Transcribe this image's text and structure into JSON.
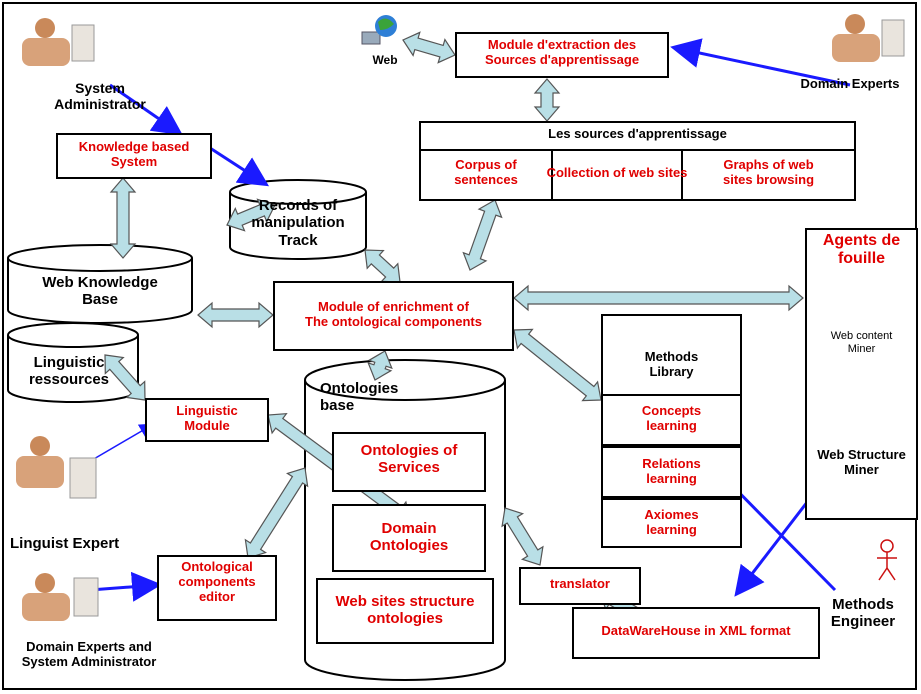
{
  "actors": {
    "system_admin": "System\nAdministrator",
    "domain_experts_top": "Domain Experts",
    "linguist": "Linguist Expert",
    "domain_experts_admin": "Domain Experts  and\nSystem Administrator",
    "methods_engineer": "Methods\nEngineer"
  },
  "web": "Web",
  "modules": {
    "extraction": "Module d'extraction des\nSources d'apprentissage",
    "kbs": "Knowledge based\nSystem",
    "enrichment": "Module of enrichment of\nThe ontological  components",
    "linguistic": "Linguistic\nModule",
    "editor": "Ontological\ncomponents\neditor",
    "translator": "translator",
    "datawarehouse": "DataWareHouse in XML format"
  },
  "stores": {
    "records": "Records of\nmanipulation\nTrack",
    "web_kb": "Web Knowledge\nBase",
    "linguistic_res": "Linguistic\nressources",
    "ontologies_base": "Ontologies\nbase"
  },
  "sources": {
    "title": "Les sources d'apprentissage",
    "corpus": "Corpus of\nsentences",
    "collection": "Collection of web sites",
    "graphs": "Graphs of web\nsites browsing"
  },
  "ontologies": {
    "services": "Ontologies of\nServices",
    "domain": "Domain\nOntologies",
    "structure": "Web sites structure\nontologies"
  },
  "methods": {
    "title": "Methods\nLibrary",
    "concepts": "Concepts\nlearning",
    "relations": "Relations\nlearning",
    "axiomes": "Axiomes\nlearning"
  },
  "agents": {
    "title": "Agents de\nfouille",
    "content_miner": "Web content\nMiner",
    "structure_miner": "Web Structure\nMiner"
  },
  "colors": {
    "red": "#e00000",
    "arrow_fill": "#b9dfe6",
    "blue": "#1a1aff"
  }
}
